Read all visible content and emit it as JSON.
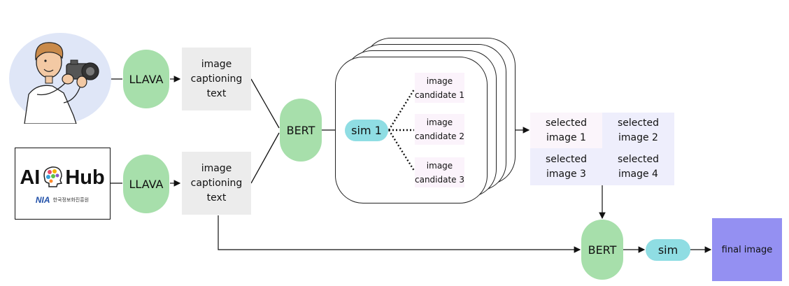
{
  "inputs": {
    "logo_text_left": "AI",
    "logo_text_right": "Hub",
    "logo_sub_org": "NIA",
    "logo_sub_korean": "한국정보화진흥원"
  },
  "llava_top": "LLAVA",
  "llava_bottom": "LLAVA",
  "caption_top": "image\ncaptioning\ntext",
  "caption_bottom": "image\ncaptioning\ntext",
  "bert_first": "BERT",
  "sim1": "sim 1",
  "candidates": [
    "image\ncandidate 1",
    "image\ncandidate 2",
    "image\ncandidate 3"
  ],
  "selected": [
    "selected\nimage 1",
    "selected\nimage 2",
    "selected\nimage 3",
    "selected\nimage 4"
  ],
  "bert_second": "BERT",
  "sim": "sim",
  "final_image": "final image",
  "colors": {
    "llava": "#a7dfab",
    "bert": "#a7dfab",
    "sim": "#8fdde3",
    "caption": "#ececec",
    "candidate": "#fbf3fb",
    "selected_light": "#fbf5fb",
    "selected": "#eeeefc",
    "final": "#9490f2"
  }
}
